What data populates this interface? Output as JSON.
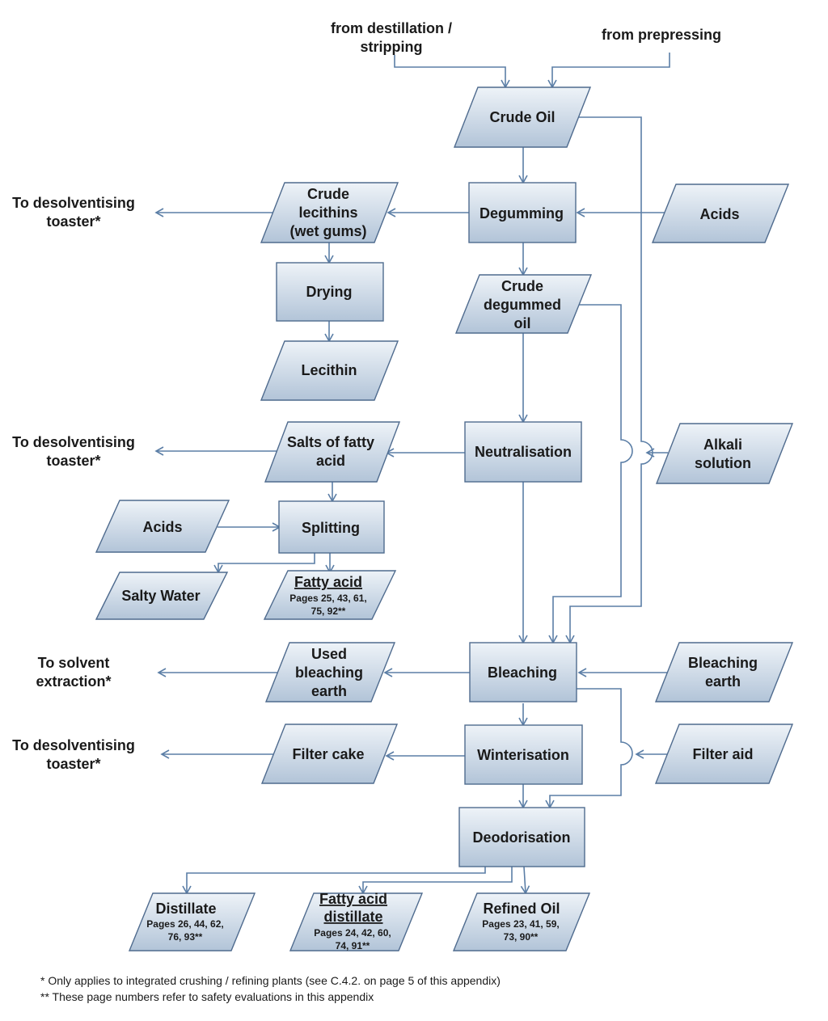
{
  "inputs": {
    "from_destillation": [
      "from destillation /",
      "stripping"
    ],
    "from_prepressing": "from prepressing"
  },
  "nodes": {
    "crude_oil": [
      "Crude Oil"
    ],
    "degumming": [
      "Degumming"
    ],
    "acids_top": [
      "Acids"
    ],
    "crude_lecithins": [
      "Crude",
      "lecithins",
      "(wet gums)"
    ],
    "drying": [
      "Drying"
    ],
    "lecithin": [
      "Lecithin"
    ],
    "crude_degummed_oil": [
      "Crude",
      "degummed",
      "oil"
    ],
    "neutralisation": [
      "Neutralisation"
    ],
    "alkali_solution": [
      "Alkali",
      "solution"
    ],
    "salts_of_fatty_acid": [
      "Salts of fatty",
      "acid"
    ],
    "acids_left": [
      "Acids"
    ],
    "splitting": [
      "Splitting"
    ],
    "salty_water": [
      "Salty Water"
    ],
    "fatty_acid": {
      "title": "Fatty acid",
      "pages": [
        "Pages 25, 43, 61,",
        "75, 92**"
      ]
    },
    "bleaching": [
      "Bleaching"
    ],
    "bleaching_earth": [
      "Bleaching",
      "earth"
    ],
    "used_bleaching_earth": [
      "Used",
      "bleaching",
      "earth"
    ],
    "winterisation": [
      "Winterisation"
    ],
    "filter_aid": [
      "Filter aid"
    ],
    "filter_cake": [
      "Filter cake"
    ],
    "deodorisation": [
      "Deodorisation"
    ],
    "distillate": {
      "title": "Distillate",
      "pages": [
        "Pages 26, 44, 62,",
        "76, 93**"
      ]
    },
    "fatty_acid_distillate": {
      "title": [
        "Fatty acid",
        "distillate"
      ],
      "pages": [
        "Pages 24, 42, 60,",
        "74, 91**"
      ]
    },
    "refined_oil": {
      "title": "Refined Oil",
      "pages": [
        "Pages 23, 41, 59,",
        "73, 90**"
      ]
    }
  },
  "outputs": {
    "to_desolventising_1": [
      "To desolventising",
      "toaster*"
    ],
    "to_desolventising_2": [
      "To desolventising",
      "toaster*"
    ],
    "to_solvent_extraction": [
      "To solvent",
      "extraction*"
    ],
    "to_desolventising_3": [
      "To desolventising",
      "toaster*"
    ]
  },
  "footnotes": [
    "* Only applies to integrated crushing / refining plants (see C.4.2. on page 5 of this appendix)",
    "** These page numbers refer to safety evaluations in this appendix"
  ],
  "colors": {
    "shape_fill_light": "#e8eef5",
    "shape_fill_dark": "#b7c8db",
    "connector": "#5b7ea6",
    "shape_border": "#4f6b8e"
  }
}
